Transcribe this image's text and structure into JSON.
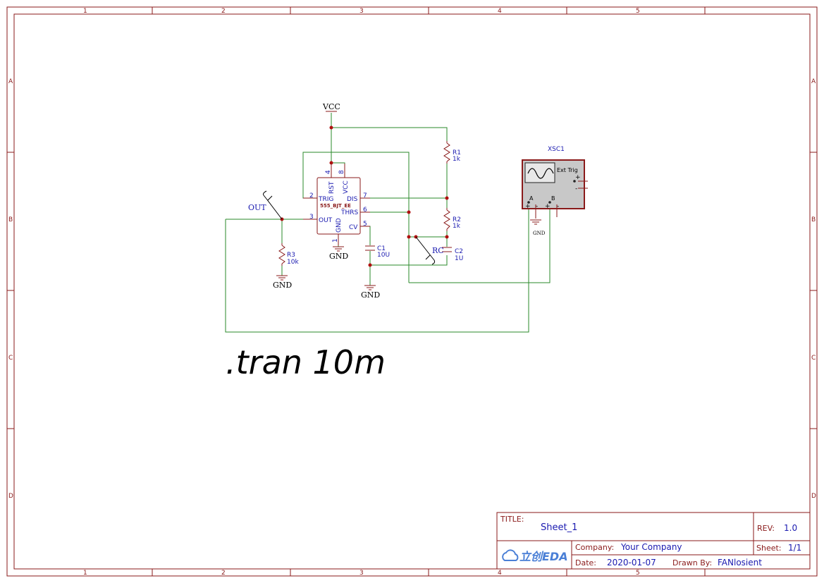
{
  "zones": {
    "cols": [
      "1",
      "2",
      "3",
      "4",
      "5"
    ],
    "rows": [
      "A",
      "B",
      "C",
      "D"
    ]
  },
  "components": {
    "vcc": "VCC",
    "gnd": "GND",
    "ic": {
      "part": "555_BJT_EE",
      "pins": {
        "rst": "RST",
        "vcc": "VCC",
        "trig": "TRIG",
        "dis": "DIS",
        "thrs": "THRS",
        "out": "OUT",
        "gnd": "GND",
        "cv": "CV"
      },
      "pin_numbers": {
        "rst": "4",
        "vcc": "8",
        "trig": "2",
        "dis": "7",
        "thrs": "6",
        "out": "3",
        "gnd": "1",
        "cv": "5"
      }
    },
    "r1": {
      "ref": "R1",
      "value": "1k"
    },
    "r2": {
      "ref": "R2",
      "value": "1k"
    },
    "r3": {
      "ref": "R3",
      "value": "10k"
    },
    "c1": {
      "ref": "C1",
      "value": "10U"
    },
    "c2": {
      "ref": "C2",
      "value": "1U"
    },
    "probe_out": "OUT",
    "probe_rc": "RC",
    "scope": {
      "ref": "XSC1",
      "ext_trig": "Ext Trig",
      "ch_a": "A",
      "ch_b": "B",
      "plus": "+",
      "minus": "-",
      "gnd": "GND"
    }
  },
  "directive": ".tran 10m",
  "title_block": {
    "title_label": "TITLE:",
    "title_value": "Sheet_1",
    "rev_label": "REV:",
    "rev_value": "1.0",
    "company_label": "Company:",
    "company_value": "Your Company",
    "sheet_label": "Sheet:",
    "sheet_value": "1/1",
    "date_label": "Date:",
    "date_value": "2020-01-07",
    "drawn_label": "Drawn By:",
    "drawn_value": "FANlosient",
    "logo_text": "立创EDA"
  },
  "colors": {
    "frame": "#8a1a1a",
    "wire": "#2a8a2a",
    "text_blue": "#1a1ab0",
    "junction": "#b01010",
    "logo": "#4a7fd6"
  }
}
